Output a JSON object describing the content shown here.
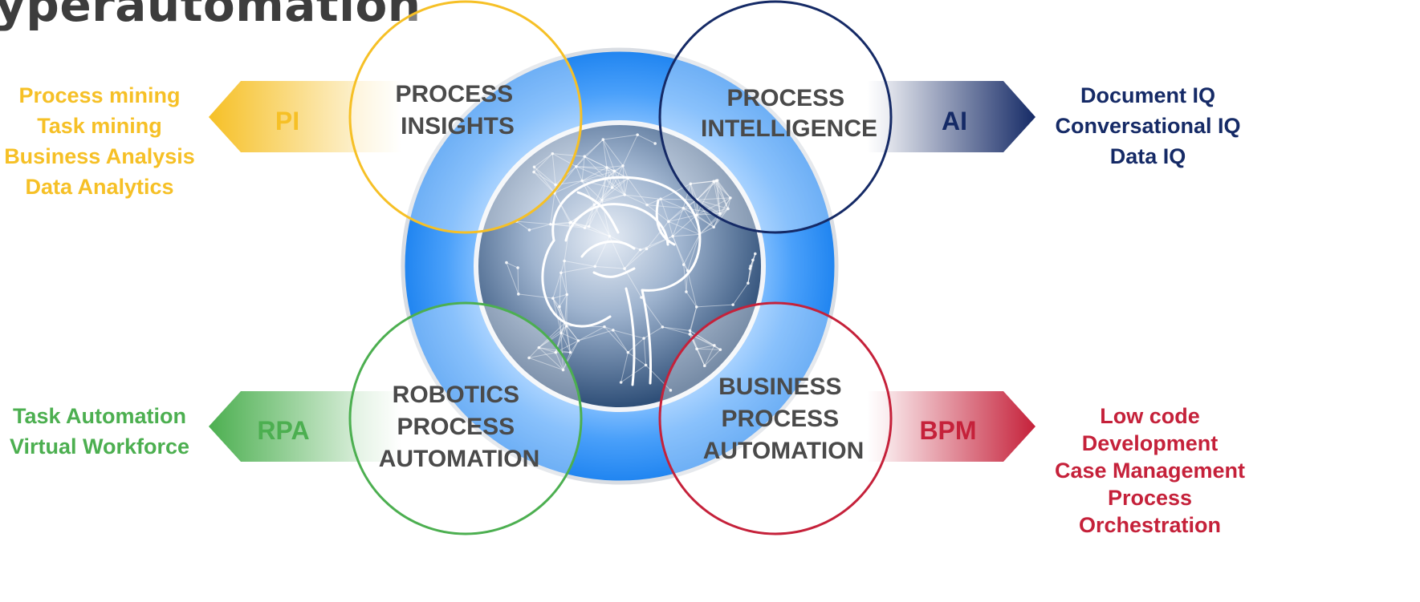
{
  "title": "yperautomation",
  "colors": {
    "pi": "#f6c026",
    "ai": "#152a66",
    "rpa": "#4caf50",
    "bpm": "#c5213a",
    "ring": "#2f8bf2",
    "label": "#4a4a4a"
  },
  "quadrants": {
    "pi": {
      "abbr": "PI",
      "circle_lines": [
        "PROCESS",
        "INSIGHTS"
      ],
      "items": [
        "Process mining",
        "Task mining",
        "Business Analysis",
        "Data Analytics"
      ]
    },
    "ai": {
      "abbr": "AI",
      "circle_lines": [
        "PROCESS",
        "INTELLIGENCE"
      ],
      "items": [
        "Document IQ",
        "Conversational IQ",
        "Data IQ"
      ]
    },
    "rpa": {
      "abbr": "RPA",
      "circle_lines": [
        "ROBOTICS",
        "PROCESS",
        "AUTOMATION"
      ],
      "items": [
        "Task Automation",
        "Virtual Workforce"
      ]
    },
    "bpm": {
      "abbr": "BPM",
      "circle_lines": [
        "BUSINESS",
        "PROCESS",
        "AUTOMATION"
      ],
      "items": [
        "Low code",
        "Development",
        "Case Management",
        "Process",
        "Orchestration"
      ]
    }
  }
}
